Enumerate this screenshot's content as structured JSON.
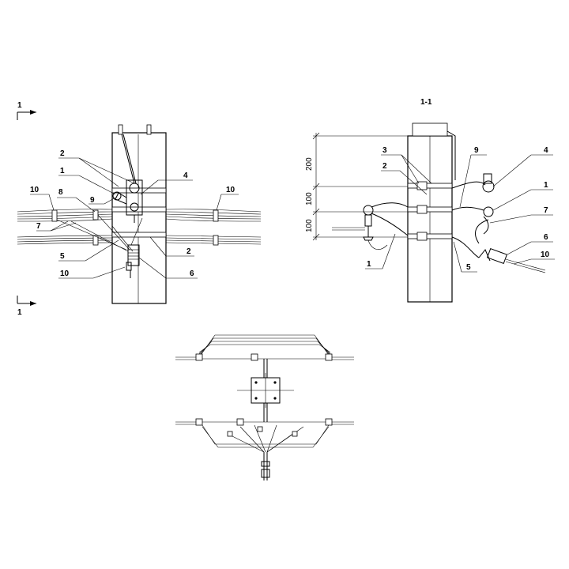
{
  "view_a": {
    "section_marker_top": "1",
    "section_marker_bottom": "1",
    "callouts": {
      "c2a": "2",
      "c1": "1",
      "c4": "4",
      "c8": "8",
      "c9": "9",
      "c10l": "10",
      "c10r": "10",
      "c7": "7",
      "c5": "5",
      "c2b": "2",
      "c10b": "10",
      "c6": "6"
    }
  },
  "view_b": {
    "title": "1-1",
    "dimensions": {
      "d200": "200",
      "d100a": "100",
      "d100b": "100"
    },
    "callouts": {
      "c3": "3",
      "c9": "9",
      "c4": "4",
      "c2": "2",
      "c1r": "1",
      "c7": "7",
      "c6": "6",
      "c10": "10",
      "c1l": "1",
      "c5": "5"
    }
  }
}
